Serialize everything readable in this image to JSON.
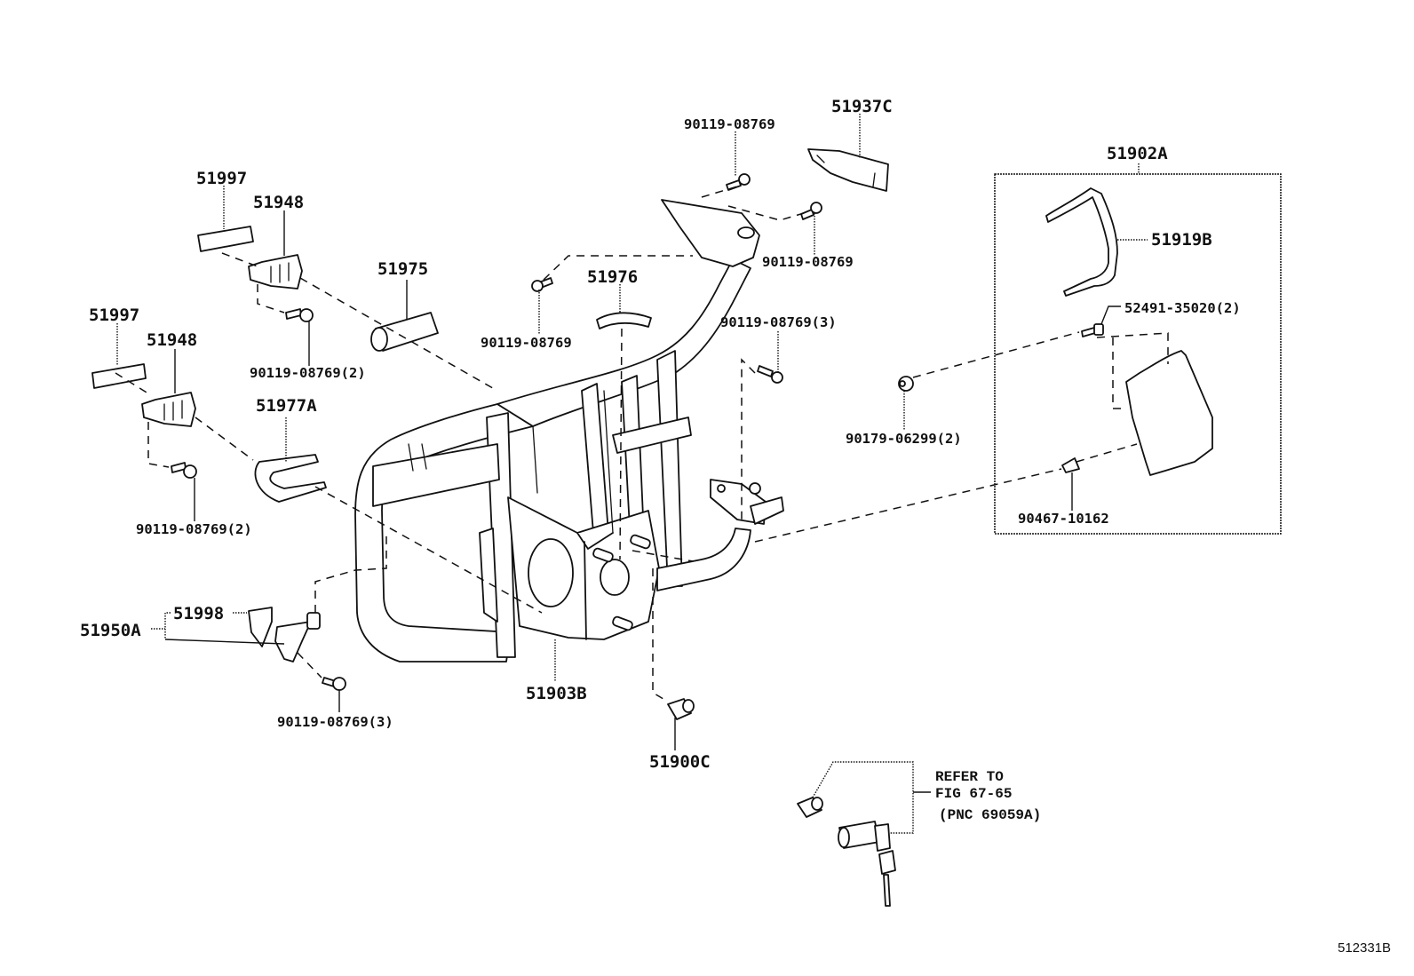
{
  "figure_id": "512331B",
  "parts": {
    "p51937C": "51937C",
    "p90119_top": "90119-08769",
    "p90119_right_top": "90119-08769",
    "p51902A": "51902A",
    "p51919B": "51919B",
    "p52491": "52491-35020(2)",
    "p51997_a": "51997",
    "p51948_a": "51948",
    "p51975": "51975",
    "p51976": "51976",
    "p90119_mid": "90119-08769",
    "p90119_2a": "90119-08769(2)",
    "p51997_b": "51997",
    "p51948_b": "51948",
    "p90119_3_right": "90119-08769(3)",
    "p90179": "90179-06299(2)",
    "p90467": "90467-10162",
    "p51977A": "51977A",
    "p90119_2b": "90119-08769(2)",
    "p51998": "51998",
    "p51950A": "51950A",
    "p90119_3_bottom": "90119-08769(3)",
    "p51903B": "51903B",
    "p51900C": "51900C"
  },
  "reference_note": {
    "line1": "REFER TO",
    "line2": "FIG 67-65",
    "line3": "(PNC 69059A)"
  }
}
